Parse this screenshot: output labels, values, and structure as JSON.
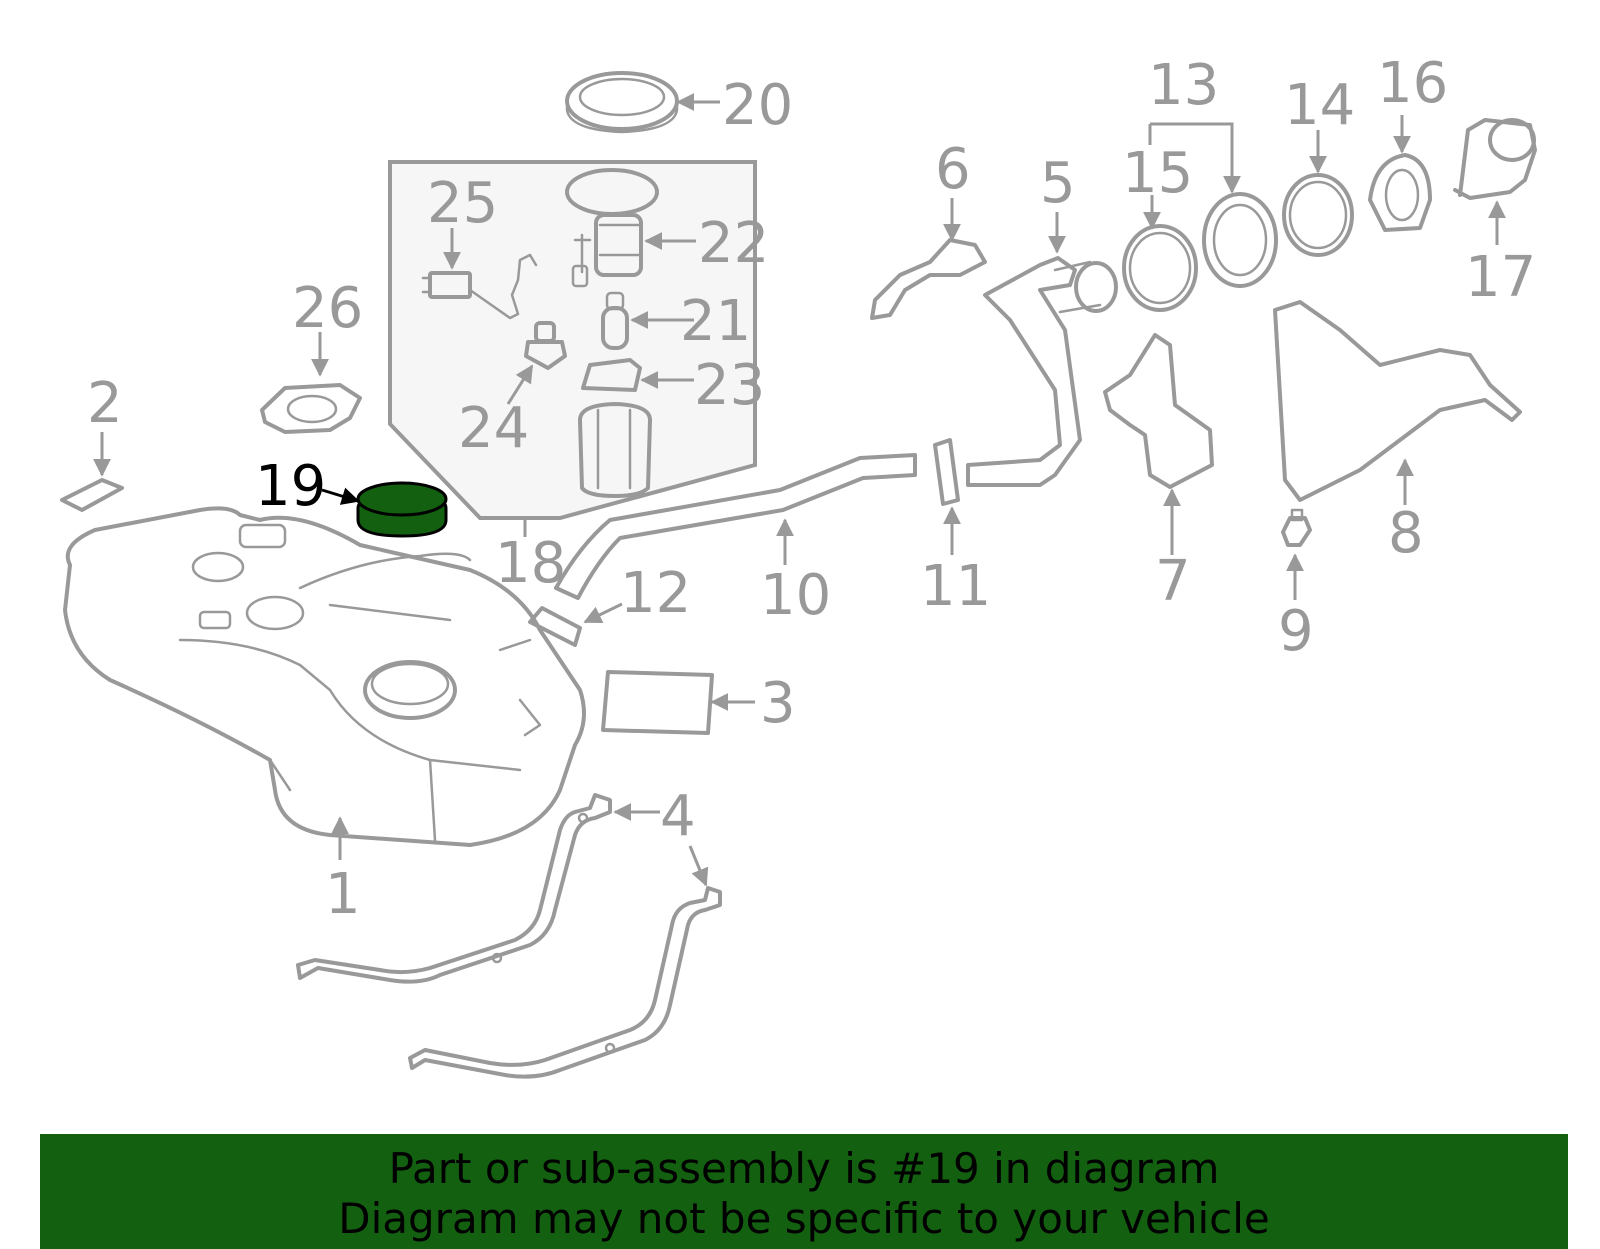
{
  "diagram": {
    "highlight_color": "#136110",
    "line_color": "#999999",
    "highlighted_part": "19",
    "callouts": {
      "c1": "1",
      "c2": "2",
      "c3": "3",
      "c4": "4",
      "c5": "5",
      "c6": "6",
      "c7": "7",
      "c8": "8",
      "c9": "9",
      "c10": "10",
      "c11": "11",
      "c12": "12",
      "c13": "13",
      "c14": "14",
      "c15": "15",
      "c16": "16",
      "c17": "17",
      "c18": "18",
      "c19": "19",
      "c20": "20",
      "c21": "21",
      "c22": "22",
      "c23": "23",
      "c24": "24",
      "c25": "25",
      "c26": "26"
    }
  },
  "banner": {
    "line1": "Part or sub-assembly is #19 in diagram",
    "line2": "Diagram may not be specific to your vehicle",
    "background": "#136110"
  }
}
